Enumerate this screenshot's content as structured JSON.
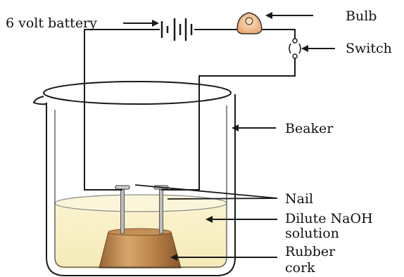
{
  "labels": {
    "battery": "6 volt battery",
    "bulb": "Bulb",
    "switch": "Switch",
    "beaker": "Beaker",
    "nail": "Nail",
    "solution_line1": "Dilute NaOH",
    "solution_line2": "solution",
    "cork_line1": "Rubber",
    "cork_line2": "cork"
  },
  "colors": {
    "wire": "#1a1a1a",
    "solution": "#f7f0c6",
    "solution_surface": "#fbf6d8",
    "cork_light": "#d7a66c",
    "cork_dark": "#9a6534",
    "bulb_glass": "#f6c69a",
    "nail": "#b9b9b9"
  }
}
